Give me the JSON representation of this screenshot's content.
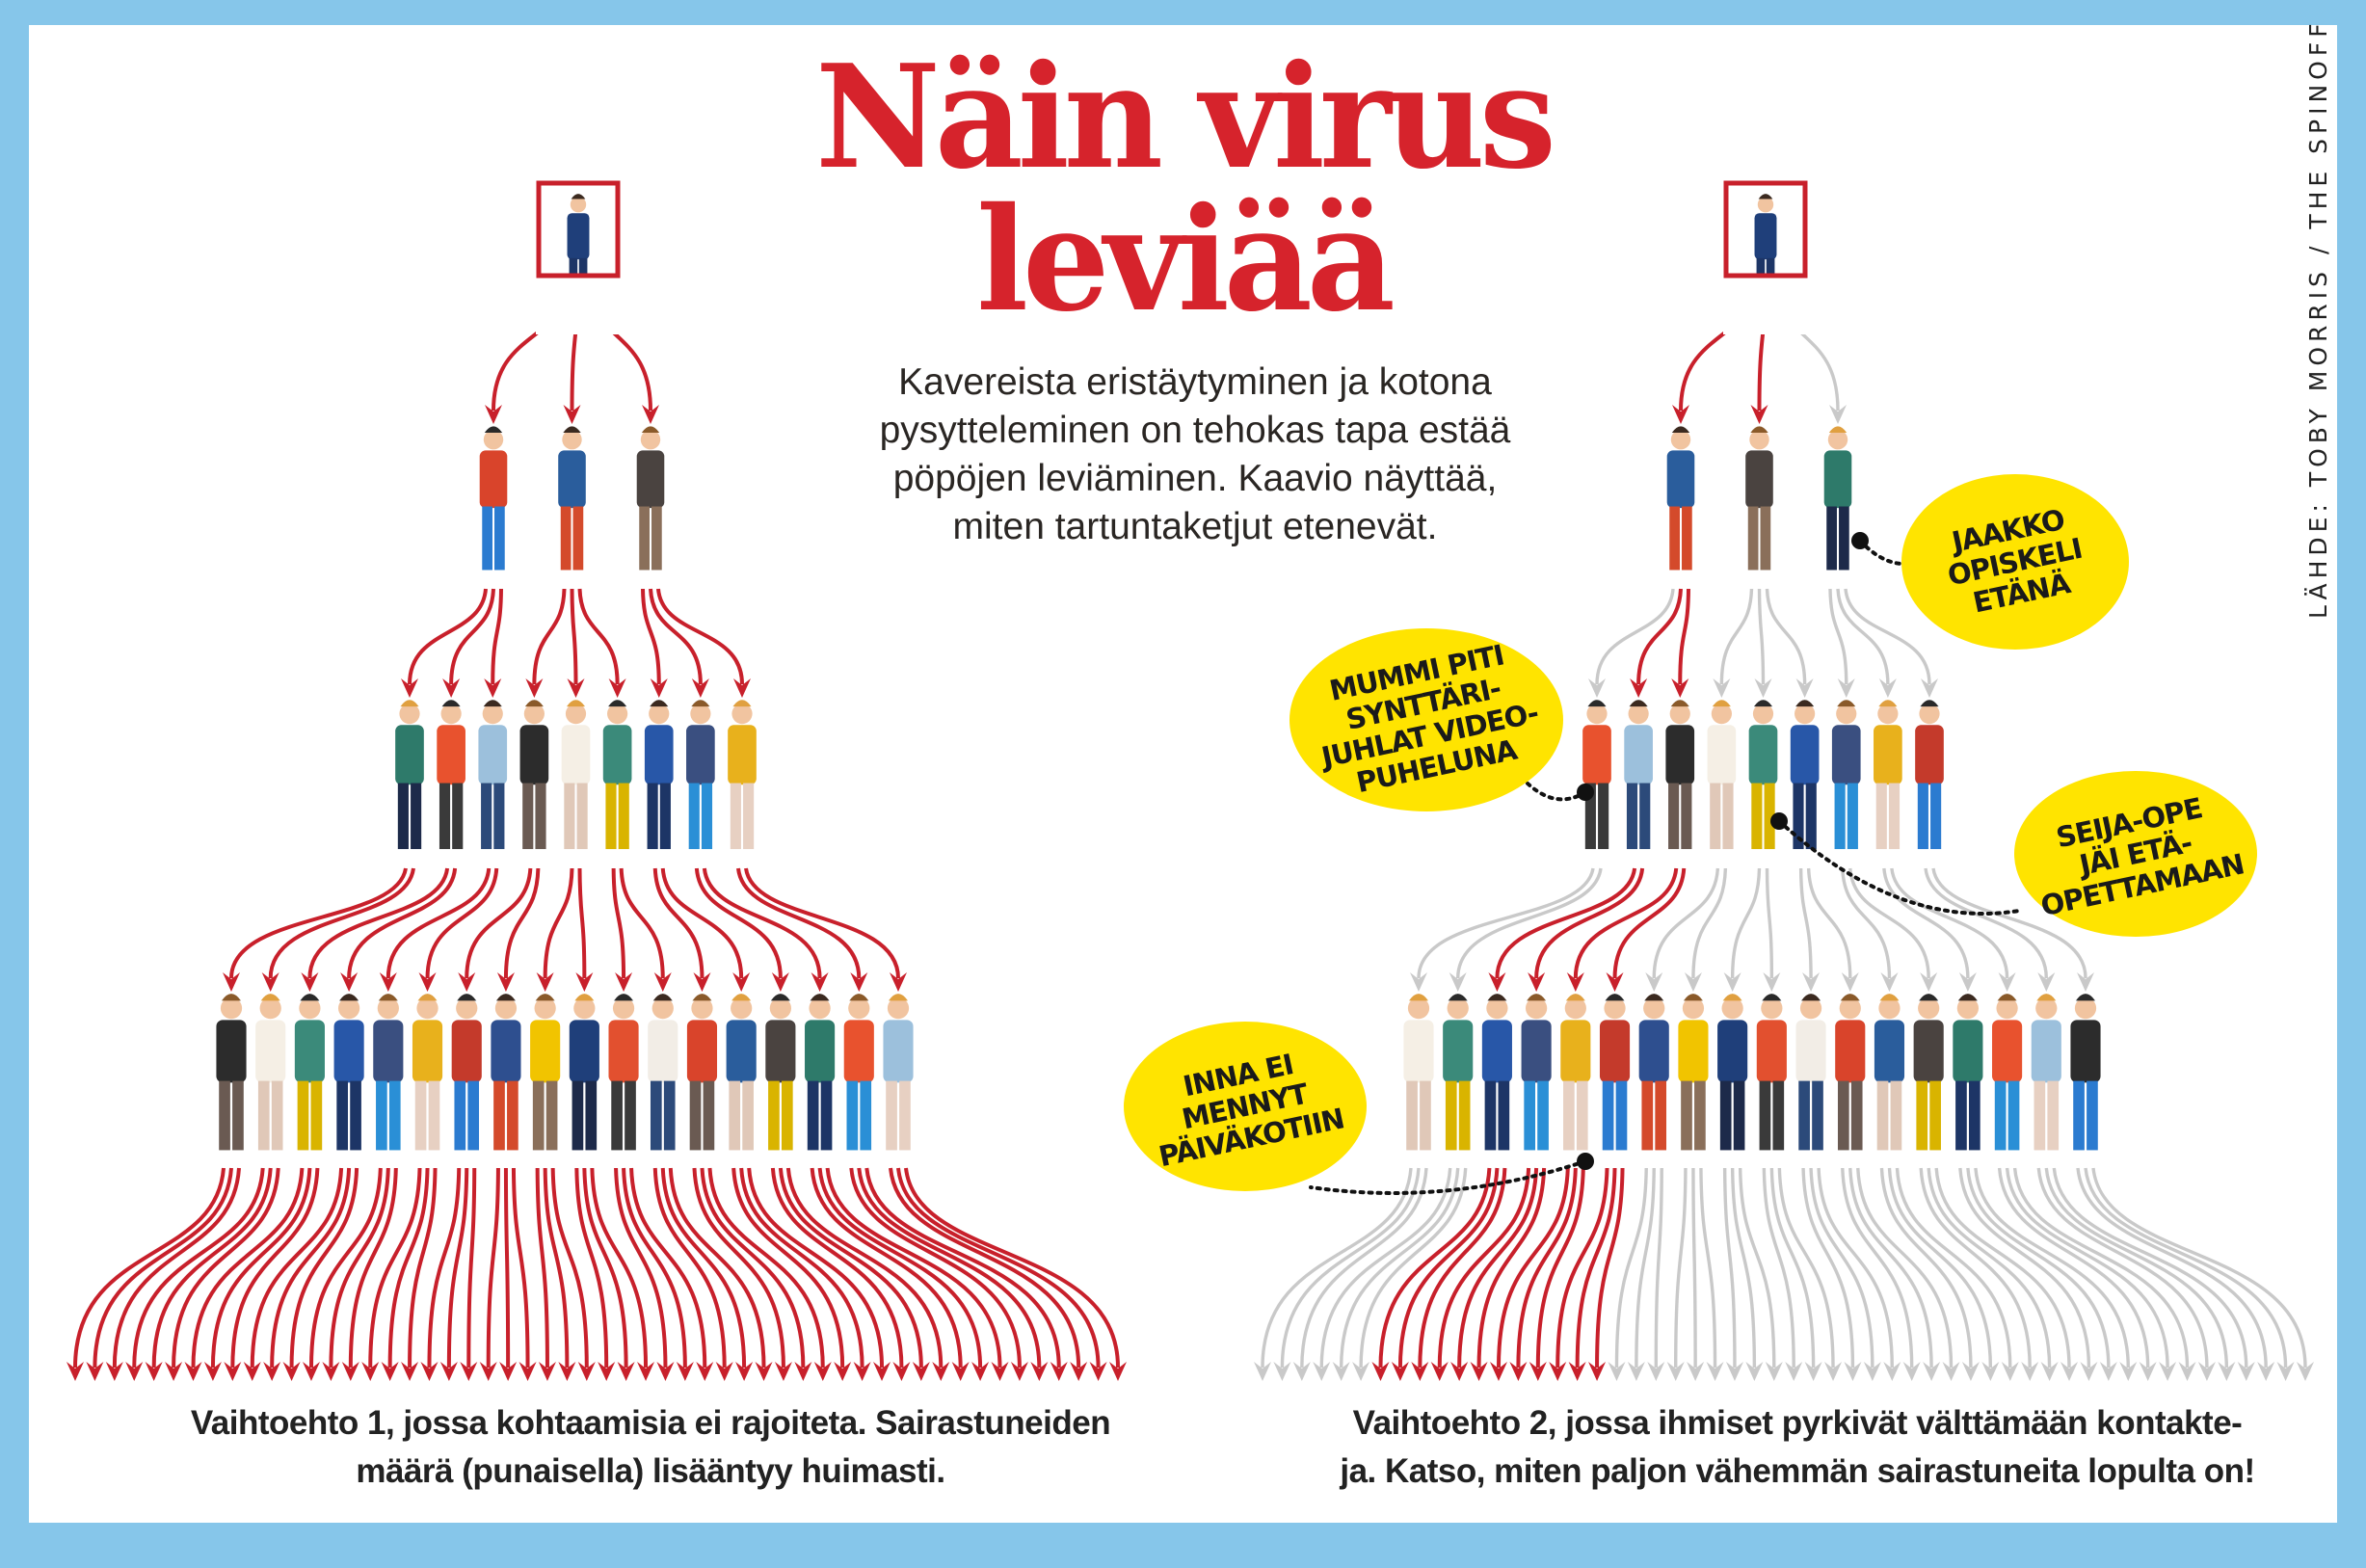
{
  "title": {
    "line1": "Näin virus",
    "line2": "leviää"
  },
  "intro": [
    "Kavereista eristäytyminen ja kotona",
    "pysytteleminen on tehokas tapa estää",
    "pöpöjen leviäminen. Kaavio näyttää,",
    "miten tartuntaketjut etenevät."
  ],
  "credit": "LÄHDE: TOBY MORRIS / THE SPINOFF",
  "colors": {
    "frame": "#86c6ea",
    "infected": "#c8202b",
    "healthy": "#c9c9c9",
    "title": "#d6232c",
    "bubble": "#ffe400"
  },
  "scenarios": [
    {
      "id": "vaihtoehto-1",
      "caption": [
        "Vaihtoehto 1, jossa kohtaamisia ei rajoiteta. Sairastuneiden",
        "määrä (punaisella) lisääntyy huimasti."
      ],
      "infected": {
        "level1": [
          1,
          1,
          1
        ],
        "level2": [
          1,
          1,
          1,
          1,
          1,
          1,
          1,
          1,
          1
        ],
        "level3": [
          1,
          1,
          1,
          1,
          1,
          1,
          1,
          1,
          1,
          1,
          1,
          1,
          1,
          1,
          1,
          1,
          1,
          1
        ]
      }
    },
    {
      "id": "vaihtoehto-2",
      "caption": [
        "Vaihtoehto 2, jossa ihmiset pyrkivät välttämään kontakte-",
        "ja. Katso, miten paljon vähemmän sairastuneita lopulta on!"
      ],
      "infected": {
        "level1": [
          1,
          1,
          0
        ],
        "level2": [
          0,
          1,
          1,
          0,
          0,
          0,
          0,
          0,
          0
        ],
        "level3": [
          0,
          0,
          1,
          1,
          1,
          1,
          0,
          0,
          0,
          0,
          0,
          0,
          0,
          0,
          0,
          0,
          0,
          0
        ]
      }
    }
  ],
  "bubbles": [
    {
      "id": "jaakko",
      "lines": [
        "Jaakko",
        "opiskeli",
        "etänä"
      ]
    },
    {
      "id": "mummi",
      "lines": [
        "Mummi piti",
        "synttäri-",
        "juhlat video-",
        "puheluna"
      ]
    },
    {
      "id": "seija",
      "lines": [
        "Seija-ope",
        "jäi etä-",
        "opettamaan"
      ]
    },
    {
      "id": "inna",
      "lines": [
        "Inna ei",
        "mennyt",
        "päiväkotiin"
      ]
    }
  ]
}
